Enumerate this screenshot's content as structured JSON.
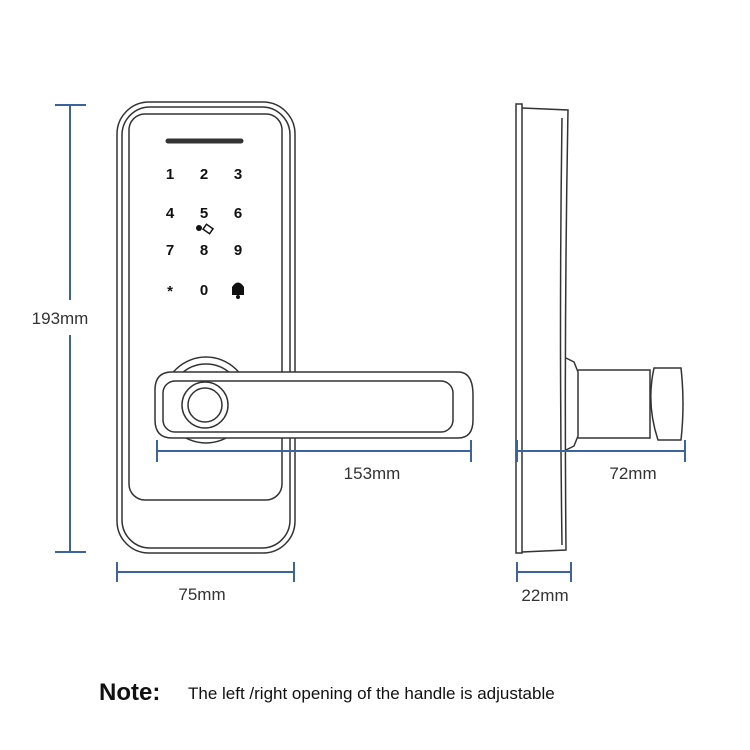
{
  "dimensions": {
    "height": "193mm",
    "width": "75mm",
    "handle_length": "153mm",
    "depth": "22mm",
    "handle_projection": "72mm"
  },
  "keypad": {
    "keys": [
      "1",
      "2",
      "3",
      "4",
      "5",
      "6",
      "7",
      "8",
      "9",
      "*",
      "0"
    ],
    "icons": [
      "card-icon",
      "doorbell-icon"
    ]
  },
  "note": {
    "label": "Note:",
    "text": "The left /right opening of the handle is adjustable"
  },
  "colors": {
    "dimension_line": "#3a64a0",
    "outline": "#333333"
  }
}
